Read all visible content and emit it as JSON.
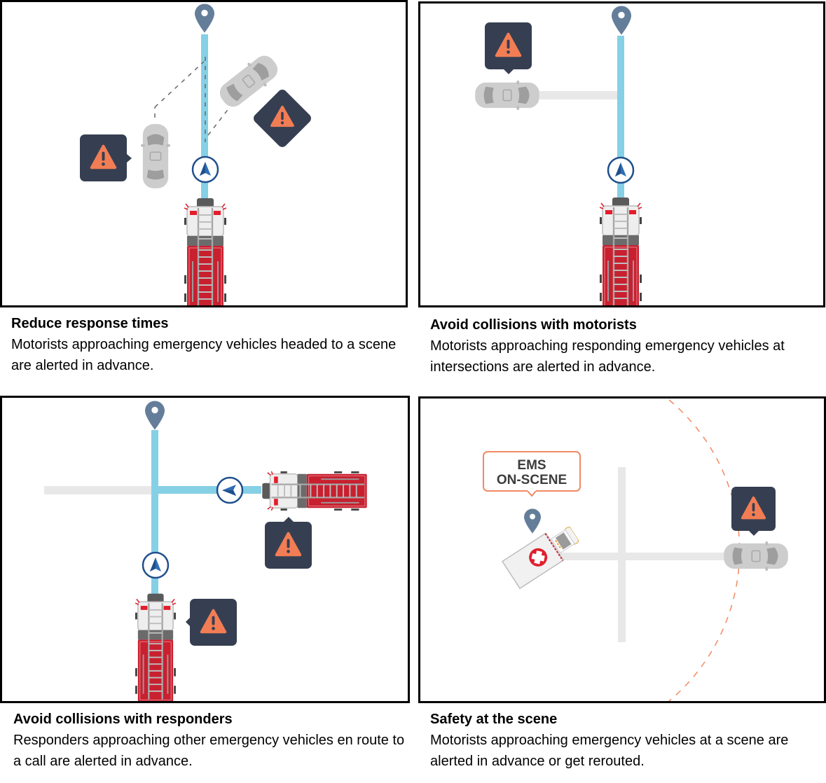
{
  "colors": {
    "route": "#86d0e6",
    "road": "#e8e8e8",
    "pin": "#647e9a",
    "alert_bg": "#363f51",
    "alert_icon": "#f27d55",
    "nav_ring": "#1f4f8c",
    "nav_arrow": "#2f6db5",
    "truck_red": "#c8202f",
    "car_gray": "#c8c8c8",
    "ems_border": "#f08a64",
    "radius_dash": "#f08a64"
  },
  "icons": {
    "destination": "map-pin-icon",
    "alert": "warning-triangle-icon",
    "navigation": "navigation-arrow-icon",
    "medical": "medical-cross-icon"
  },
  "panels": [
    {
      "id": "reduce-response-times",
      "title": "Reduce response times",
      "description": "Motorists approaching emergency vehicles headed to a scene are alerted in advance."
    },
    {
      "id": "avoid-collisions-motorists",
      "title": "Avoid collisions with motorists",
      "description": "Motorists approaching responding emergency vehicles at intersections are alerted in advance."
    },
    {
      "id": "avoid-collisions-responders",
      "title": "Avoid collisions with responders",
      "description": "Responders approaching other emergency vehicles en route to a call are alerted in advance."
    },
    {
      "id": "safety-at-scene",
      "title": "Safety at the scene",
      "description": "Motorists approaching emergency vehicles at a scene are alerted in advance or get rerouted.",
      "ems_label_line1": "EMS",
      "ems_label_line2": "ON-SCENE"
    }
  ]
}
